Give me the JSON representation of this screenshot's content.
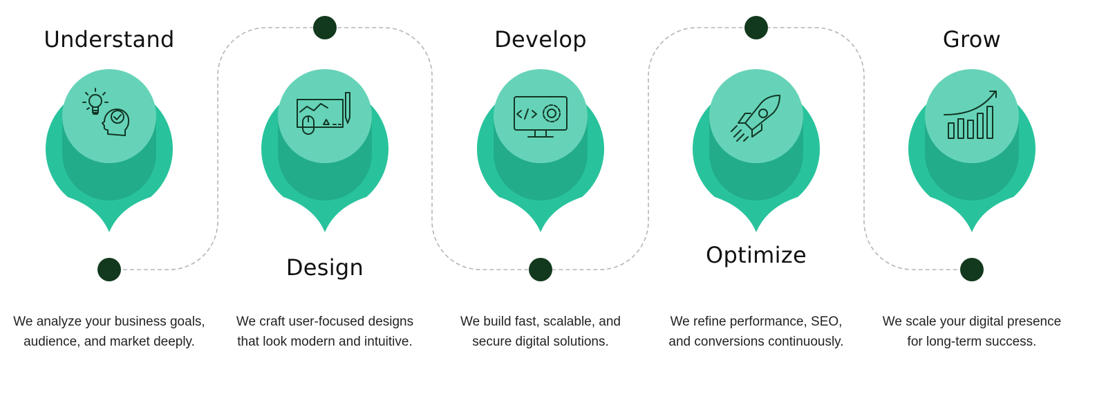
{
  "colors": {
    "pin_outer": "#28c39c",
    "pin_mid": "#22ac8a",
    "pin_inner": "#66d3b8",
    "dot": "#12391d",
    "dash": "#b5b5b5",
    "icon_stroke": "#123524"
  },
  "steps": [
    {
      "title": "Understand",
      "icon": "lightbulb-head-check-icon",
      "description": "We analyze your business goals, audience, and market deeply."
    },
    {
      "title": "Design",
      "icon": "design-board-mouse-pencil-icon",
      "description": "We craft user-focused designs that look modern and intuitive."
    },
    {
      "title": "Develop",
      "icon": "monitor-code-gear-icon",
      "description": "We build fast, scalable, and secure digital solutions."
    },
    {
      "title": "Optimize",
      "icon": "rocket-icon",
      "description": "We refine performance, SEO, and conversions continuously."
    },
    {
      "title": "Grow",
      "icon": "growth-bar-chart-icon",
      "description": "We scale your digital presence for long-term success."
    }
  ]
}
